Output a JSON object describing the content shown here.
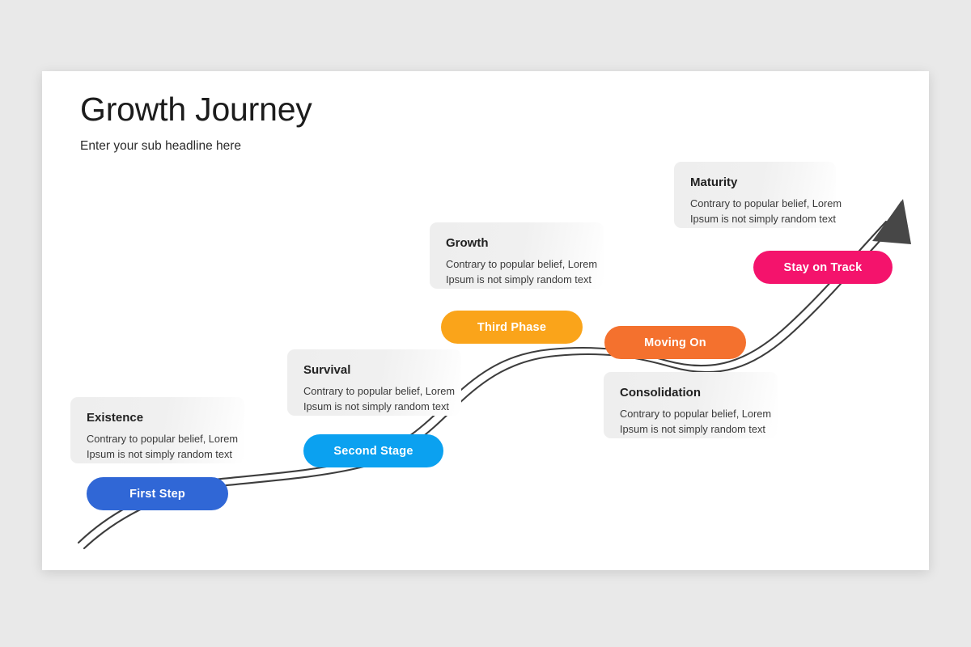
{
  "slide": {
    "title": "Growth Journey",
    "subtitle": "Enter your sub headline here"
  },
  "colors": {
    "canvas": "#e9e9e9",
    "slide": "#ffffff",
    "card_bg": "#f0f0f0",
    "arrow": "#3d3d3d",
    "step1": "#3067d6",
    "step2": "#0ba1f0",
    "step3": "#faa41a",
    "step4": "#f4712e",
    "step5": "#f4136c"
  },
  "steps": [
    {
      "id": "existence",
      "pill_label": "First Step",
      "pill_color": "#3067d6",
      "card_title": "Existence",
      "card_line1": "Contrary to popular belief, Lorem",
      "card_line2": "Ipsum is not simply random text"
    },
    {
      "id": "survival",
      "pill_label": "Second Stage",
      "pill_color": "#0ba1f0",
      "card_title": "Survival",
      "card_line1": "Contrary to popular belief, Lorem",
      "card_line2": "Ipsum is not simply random text"
    },
    {
      "id": "growth",
      "pill_label": "Third Phase",
      "pill_color": "#faa41a",
      "card_title": "Growth",
      "card_line1": "Contrary to popular belief, Lorem",
      "card_line2": "Ipsum is not simply random text"
    },
    {
      "id": "consolidation",
      "pill_label": "Moving On",
      "pill_color": "#f4712e",
      "card_title": "Consolidation",
      "card_line1": "Contrary to popular belief, Lorem",
      "card_line2": "Ipsum is not simply random text"
    },
    {
      "id": "maturity",
      "pill_label": "Stay on Track",
      "pill_color": "#f4136c",
      "card_title": "Maturity",
      "card_line1": "Contrary to popular belief, Lorem",
      "card_line2": "Ipsum is not simply random text"
    }
  ]
}
